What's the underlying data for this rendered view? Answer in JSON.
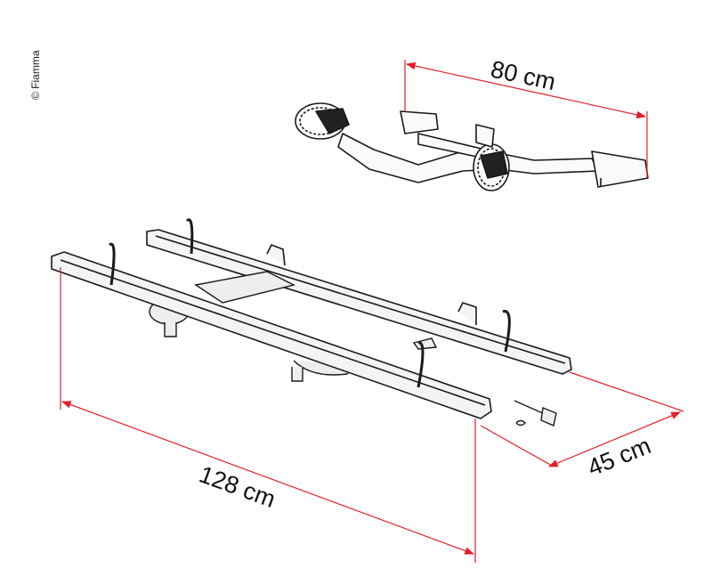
{
  "copyright": "© Fiamma",
  "dimensions": {
    "width_arm": "80 cm",
    "length": "128 cm",
    "depth": "45 cm"
  },
  "colors": {
    "dimension_line": "#e0202a",
    "drawing_line": "#1a1a1a",
    "rail_fill": "#f4f4f4"
  }
}
